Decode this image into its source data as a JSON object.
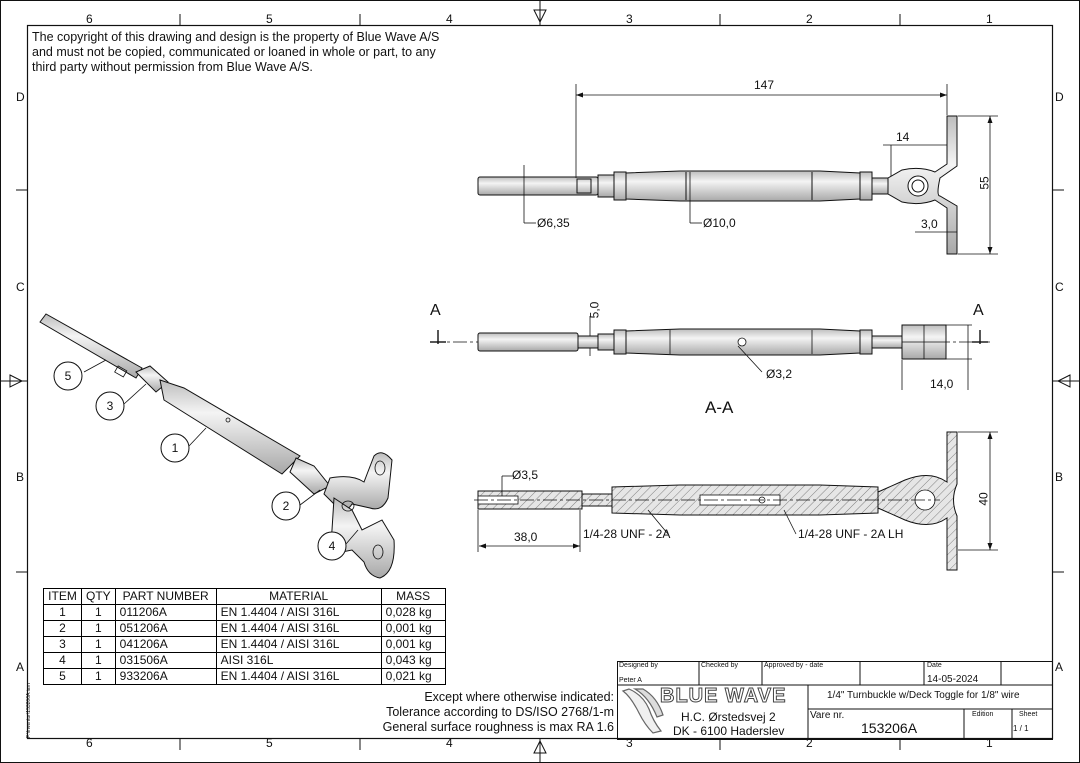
{
  "copyright": "The copyright of this drawing and design is the property of Blue Wave A/S\nand must not be copied, communicated or loaned in whole or part, to any\nthird party without permission from Blue Wave A/S.",
  "zones": {
    "columns": [
      "6",
      "5",
      "4",
      "3",
      "2",
      "1"
    ],
    "rows": [
      "D",
      "C",
      "B",
      "A"
    ]
  },
  "dimensions": {
    "overall_length": "147",
    "eye_offset": "14",
    "toggle_height": "55",
    "plate_thickness": "3,0",
    "stud_dia": "Ø6,35",
    "body_dia": "Ø10,0",
    "stud_flat": "5,0",
    "hole_dia": "Ø3,2",
    "toggle_width": "14,0",
    "bore_dia": "Ø3,5",
    "bore_depth": "38,0",
    "thread_right": "1/4-28 UNF - 2A",
    "thread_left": "1/4-28 UNF - 2A LH",
    "toggle_span": "40"
  },
  "section": {
    "marker": "A",
    "title": "A-A"
  },
  "balloons": [
    "5",
    "3",
    "1",
    "2",
    "4"
  ],
  "bom": {
    "headers": [
      "ITEM",
      "QTY",
      "PART NUMBER",
      "MATERIAL",
      "MASS"
    ],
    "rows": [
      [
        "1",
        "1",
        "011206A",
        "EN 1.4404 / AISI 316L",
        "0,028 kg"
      ],
      [
        "2",
        "1",
        "051206A",
        "EN 1.4404 / AISI 316L",
        "0,001 kg"
      ],
      [
        "3",
        "1",
        "041206A",
        "EN 1.4404 / AISI 316L",
        "0,001 kg"
      ],
      [
        "4",
        "1",
        "031506A",
        "AISI 316L",
        "0,043 kg"
      ],
      [
        "5",
        "1",
        "933206A",
        "EN 1.4404 / AISI 316L",
        "0,021 kg"
      ]
    ]
  },
  "tolerance": "Except where otherwise indicated:\nTolerance according to DS/ISO 2768/1-m\nGeneral surface roughness is max RA 1.6",
  "file_path": "F:\\Inventor\\153206A.iam",
  "title_block": {
    "designed_by_label": "Designed by",
    "designed_by": "Peter A",
    "checked_by_label": "Checked by",
    "approved_by_label": "Approved by - date",
    "date_label": "Date",
    "date": "14-05-2024",
    "company": "BLUE WAVE",
    "address1": "H.C. Ørstedsvej 2",
    "address2": "DK - 6100 Haderslev",
    "description": "1/4\" Turnbuckle w/Deck Toggle for 1/8\" wire",
    "vare_label": "Vare nr.",
    "vare_nr": "153206A",
    "edition_label": "Edition",
    "sheet_label": "Sheet",
    "sheet": "1  /  1"
  },
  "colors": {
    "line": "#111111",
    "part_fill": "#e2e2e2",
    "hatch": "#555555"
  }
}
